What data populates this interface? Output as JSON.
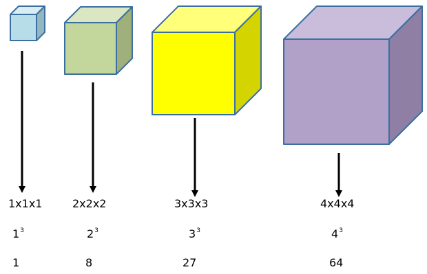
{
  "cubes": [
    {
      "id": "1",
      "expression": "1x1x1",
      "power_base": "1",
      "power_exp": "3",
      "volume": "1",
      "front": "#b7dde8",
      "top": "#d9edf3",
      "side": "#93b6c0",
      "stroke": "#3a6fa0"
    },
    {
      "id": "2",
      "expression": "2x2x2",
      "power_base": "2",
      "power_exp": "3",
      "volume": "8",
      "front": "#c3d69b",
      "top": "#dbe7c3",
      "side": "#9fb07c",
      "stroke": "#3a6fa0"
    },
    {
      "id": "3",
      "expression": "3x3x3",
      "power_base": "3",
      "power_exp": "3",
      "volume": "27",
      "front": "#ffff00",
      "top": "#ffff7a",
      "side": "#d4d400",
      "stroke": "#3a6fa0"
    },
    {
      "id": "4",
      "expression": "4x4x4",
      "power_base": "4",
      "power_exp": "3",
      "volume": "64",
      "front": "#b1a0c7",
      "top": "#c9bddb",
      "side": "#8f7fa5",
      "stroke": "#3a6fa0"
    }
  ]
}
